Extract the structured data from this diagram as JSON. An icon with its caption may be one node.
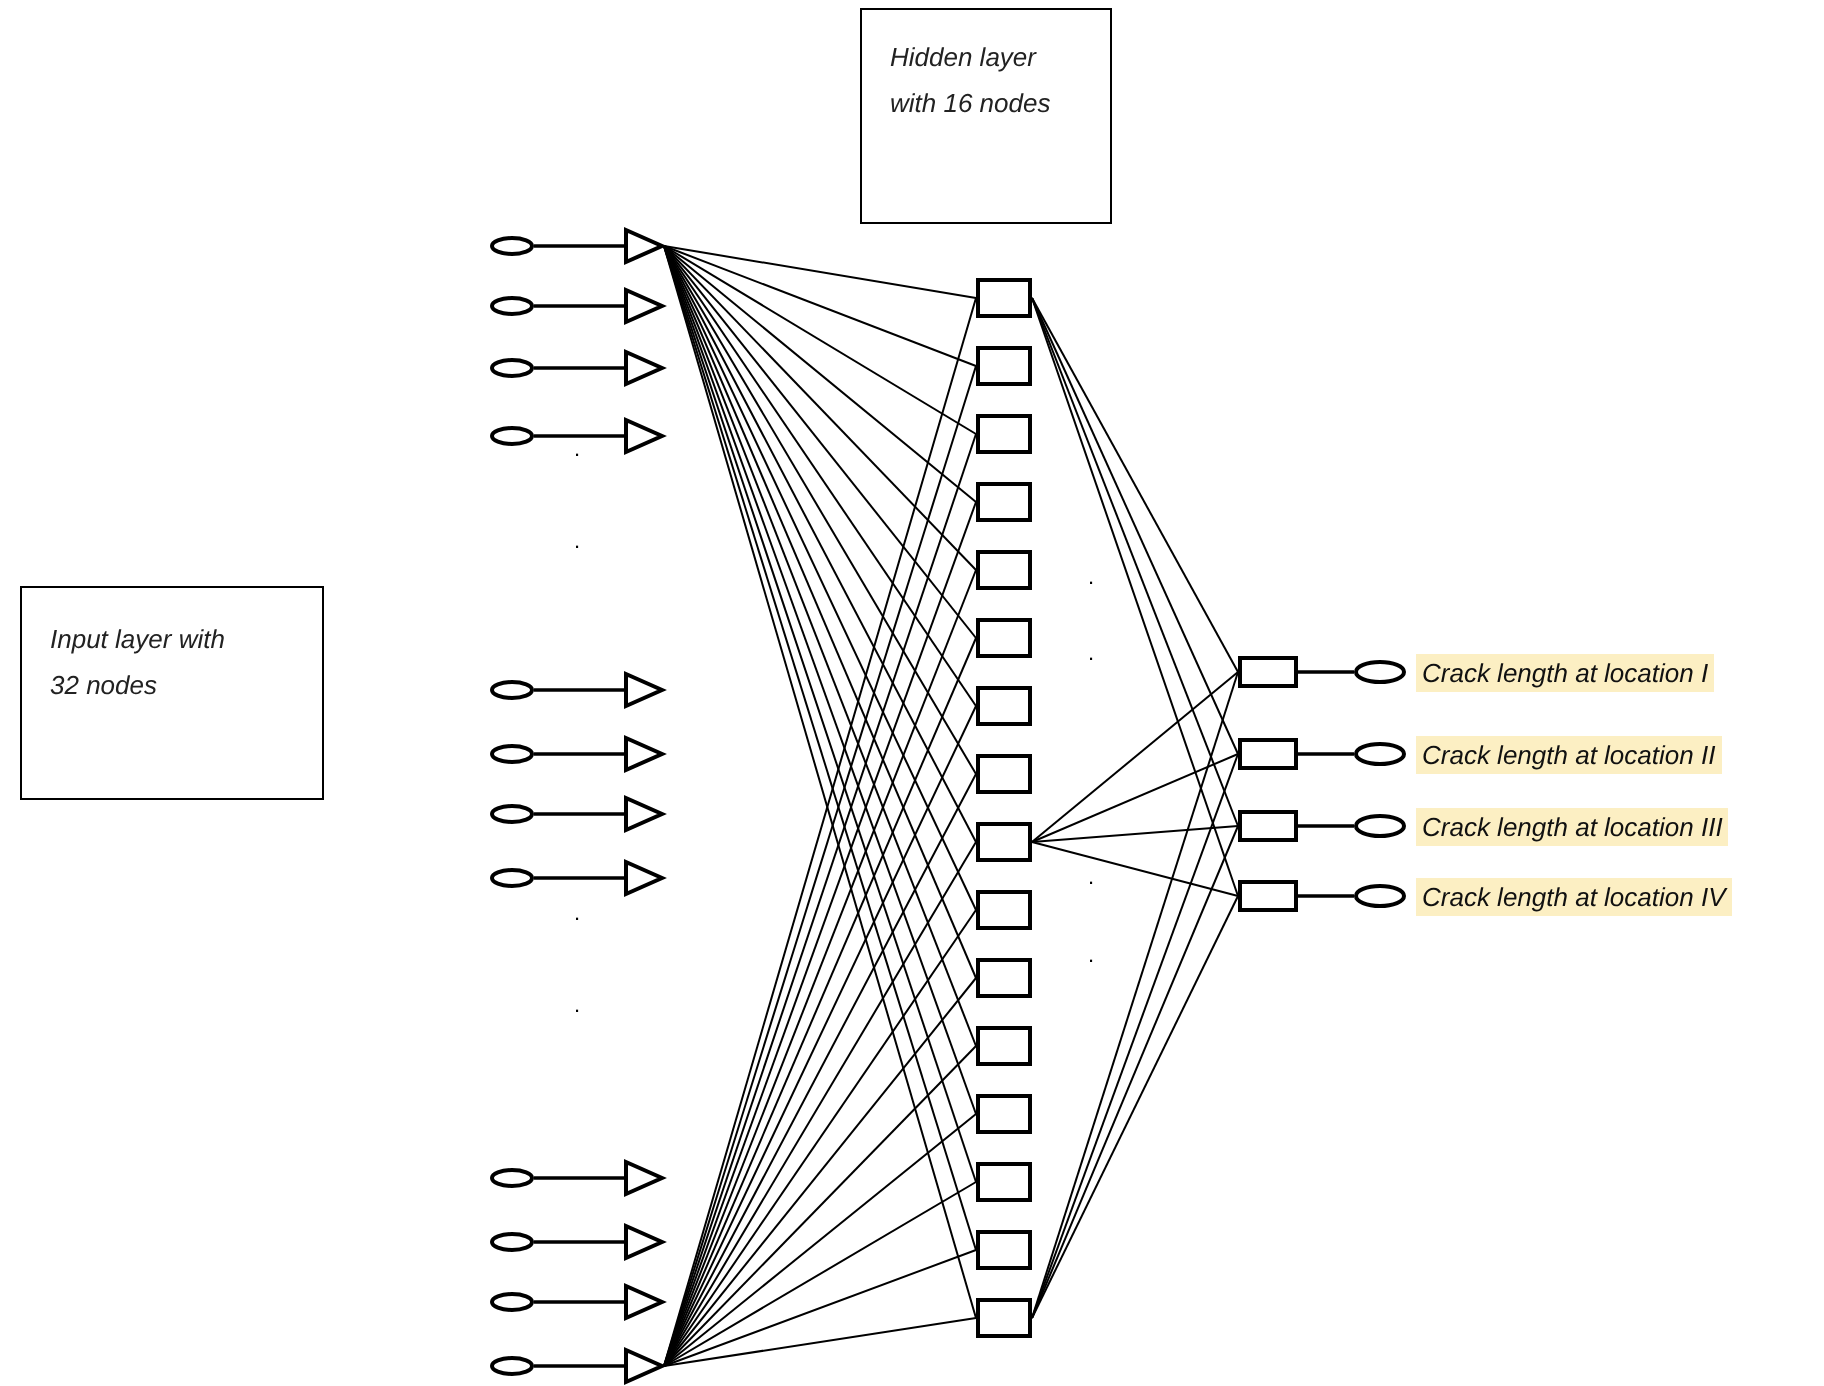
{
  "diagram": {
    "nodes": [
      {
        "text": [
          "Hidden layer with 16 nodes"
        ]
      },
      {
        "text": [
          "Input layer with 32 nodes"
        ]
      },
      {
        "text": [],
        "shape": "ellipse"
      },
      {
        "text": [],
        "shape": "ellipse"
      },
      {
        "text": [],
        "shape": "ellipse"
      },
      {
        "text": [],
        "shape": "ellipse"
      },
      {
        "text": [],
        "shape": "ellipse"
      },
      {
        "text": [],
        "shape": "ellipse"
      },
      {
        "text": [],
        "shape": "ellipse"
      },
      {
        "text": [],
        "shape": "ellipse"
      },
      {
        "text": [],
        "shape": "ellipse"
      },
      {
        "text": [],
        "shape": "ellipse"
      },
      {
        "text": [],
        "shape": "ellipse"
      },
      {
        "text": [],
        "shape": "ellipse"
      },
      {
        "text": [],
        "shape": "triangle"
      },
      {
        "text": [],
        "shape": "triangle"
      },
      {
        "text": [],
        "shape": "triangle"
      },
      {
        "text": [],
        "shape": "triangle"
      },
      {
        "text": [],
        "shape": "triangle"
      },
      {
        "text": [],
        "shape": "triangle"
      },
      {
        "text": [],
        "shape": "triangle"
      },
      {
        "text": [],
        "shape": "triangle"
      },
      {
        "text": [],
        "shape": "triangle"
      },
      {
        "text": [],
        "shape": "triangle"
      },
      {
        "text": [],
        "shape": "triangle"
      },
      {
        "text": [],
        "shape": "triangle"
      },
      {
        "text": [],
        "shape": "box"
      },
      {
        "text": [],
        "shape": "box"
      },
      {
        "text": [],
        "shape": "box"
      },
      {
        "text": [],
        "shape": "box"
      },
      {
        "text": [],
        "shape": "box"
      },
      {
        "text": [],
        "shape": "box"
      },
      {
        "text": [],
        "shape": "box"
      },
      {
        "text": [],
        "shape": "box"
      },
      {
        "text": [],
        "shape": "box"
      },
      {
        "text": [],
        "shape": "box"
      },
      {
        "text": [],
        "shape": "box"
      },
      {
        "text": [],
        "shape": "box"
      },
      {
        "text": [],
        "shape": "box"
      },
      {
        "text": [],
        "shape": "box"
      },
      {
        "text": [],
        "shape": "box"
      },
      {
        "text": [],
        "shape": "box"
      },
      {
        "text": [],
        "shape": "box"
      },
      {
        "text": [],
        "shape": "box"
      },
      {
        "text": [],
        "shape": "box"
      },
      {
        "text": [],
        "shape": "box"
      },
      {
        "text": [],
        "shape": "ellipse",
        "beside": [
          "Crack length at location I"
        ]
      },
      {
        "text": [],
        "shape": "ellipse",
        "beside": [
          "Crack length at location II"
        ]
      },
      {
        "text": [],
        "shape": "ellipse",
        "beside": [
          "Crack length at location III"
        ]
      },
      {
        "text": [],
        "shape": "ellipse",
        "beside": [
          "Crack length at location IV"
        ]
      }
    ],
    "edges": [
      {
        "from": 2,
        "to": 14,
        "arrow": "none"
      },
      {
        "from": 3,
        "to": 15,
        "arrow": "none"
      },
      {
        "from": 4,
        "to": 16,
        "arrow": "none"
      },
      {
        "from": 5,
        "to": 17,
        "arrow": "none"
      },
      {
        "from": 6,
        "to": 18,
        "arrow": "none"
      },
      {
        "from": 7,
        "to": 19,
        "arrow": "none"
      },
      {
        "from": 8,
        "to": 20,
        "arrow": "none"
      },
      {
        "from": 9,
        "to": 21,
        "arrow": "none"
      },
      {
        "from": 10,
        "to": 22,
        "arrow": "none"
      },
      {
        "from": 11,
        "to": 23,
        "arrow": "none"
      },
      {
        "from": 12,
        "to": 24,
        "arrow": "none"
      },
      {
        "from": 13,
        "to": 25,
        "arrow": "none"
      },
      {
        "from": 14,
        "to": 26,
        "arrow": "none"
      },
      {
        "from": 14,
        "to": 27,
        "arrow": "none"
      },
      {
        "from": 14,
        "to": 28,
        "arrow": "none"
      },
      {
        "from": 14,
        "to": 29,
        "arrow": "none"
      },
      {
        "from": 14,
        "to": 30,
        "arrow": "none"
      },
      {
        "from": 14,
        "to": 31,
        "arrow": "none"
      },
      {
        "from": 14,
        "to": 32,
        "arrow": "none"
      },
      {
        "from": 14,
        "to": 33,
        "arrow": "none"
      },
      {
        "from": 14,
        "to": 34,
        "arrow": "none"
      },
      {
        "from": 14,
        "to": 35,
        "arrow": "none"
      },
      {
        "from": 14,
        "to": 36,
        "arrow": "none"
      },
      {
        "from": 14,
        "to": 37,
        "arrow": "none"
      },
      {
        "from": 14,
        "to": 38,
        "arrow": "none"
      },
      {
        "from": 14,
        "to": 39,
        "arrow": "none"
      },
      {
        "from": 14,
        "to": 40,
        "arrow": "none"
      },
      {
        "from": 14,
        "to": 41,
        "arrow": "none"
      },
      {
        "from": 25,
        "to": 26,
        "arrow": "none"
      },
      {
        "from": 25,
        "to": 27,
        "arrow": "none"
      },
      {
        "from": 25,
        "to": 28,
        "arrow": "none"
      },
      {
        "from": 25,
        "to": 29,
        "arrow": "none"
      },
      {
        "from": 25,
        "to": 30,
        "arrow": "none"
      },
      {
        "from": 25,
        "to": 31,
        "arrow": "none"
      },
      {
        "from": 25,
        "to": 32,
        "arrow": "none"
      },
      {
        "from": 25,
        "to": 33,
        "arrow": "none"
      },
      {
        "from": 25,
        "to": 34,
        "arrow": "none"
      },
      {
        "from": 25,
        "to": 35,
        "arrow": "none"
      },
      {
        "from": 25,
        "to": 36,
        "arrow": "none"
      },
      {
        "from": 25,
        "to": 37,
        "arrow": "none"
      },
      {
        "from": 25,
        "to": 38,
        "arrow": "none"
      },
      {
        "from": 25,
        "to": 39,
        "arrow": "none"
      },
      {
        "from": 25,
        "to": 40,
        "arrow": "none"
      },
      {
        "from": 25,
        "to": 41,
        "arrow": "none"
      },
      {
        "from": 26,
        "to": 42,
        "arrow": "none"
      },
      {
        "from": 26,
        "to": 43,
        "arrow": "none"
      },
      {
        "from": 26,
        "to": 44,
        "arrow": "none"
      },
      {
        "from": 26,
        "to": 45,
        "arrow": "none"
      },
      {
        "from": 34,
        "to": 42,
        "arrow": "none"
      },
      {
        "from": 34,
        "to": 43,
        "arrow": "none"
      },
      {
        "from": 34,
        "to": 44,
        "arrow": "none"
      },
      {
        "from": 34,
        "to": 45,
        "arrow": "none"
      },
      {
        "from": 41,
        "to": 42,
        "arrow": "none"
      },
      {
        "from": 41,
        "to": 43,
        "arrow": "none"
      },
      {
        "from": 41,
        "to": 44,
        "arrow": "none"
      },
      {
        "from": 41,
        "to": 45,
        "arrow": "none"
      },
      {
        "from": 42,
        "to": 46,
        "arrow": "none"
      },
      {
        "from": 43,
        "to": 47,
        "arrow": "none"
      },
      {
        "from": 44,
        "to": 48,
        "arrow": "none"
      },
      {
        "from": 45,
        "to": 49,
        "arrow": "none"
      }
    ],
    "labels": [
      ".",
      ".",
      ".",
      ".",
      ".",
      ".",
      ".",
      "."
    ]
  }
}
